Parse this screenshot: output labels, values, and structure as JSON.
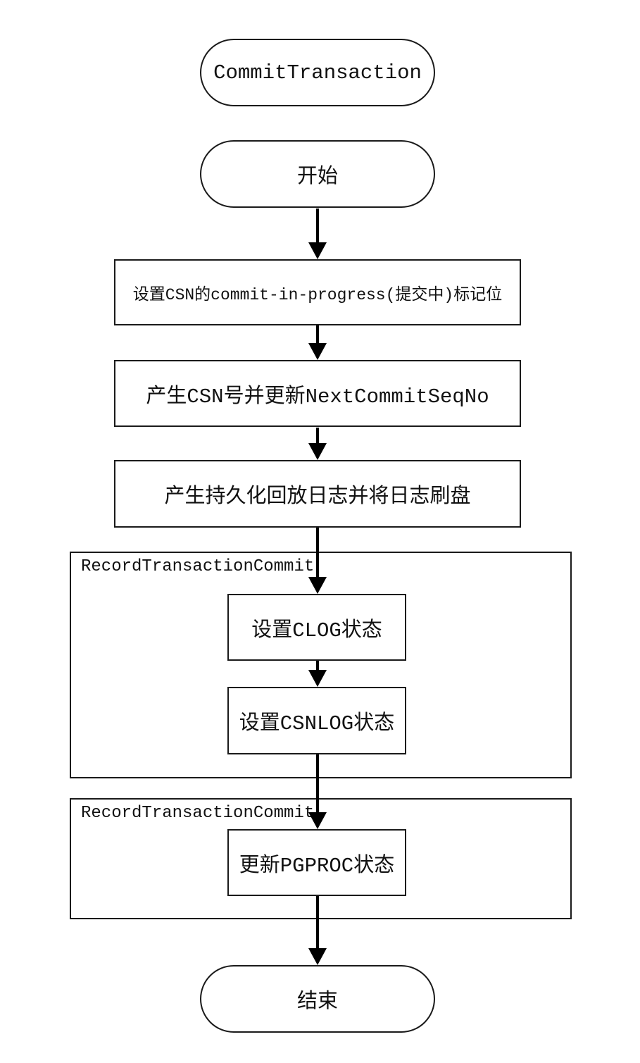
{
  "diagram": {
    "function_label": "CommitTransaction",
    "start_label": "开始",
    "end_label": "结束",
    "steps": {
      "set_commit_in_progress": "设置CSN的commit-in-progress(提交中)标记位",
      "generate_csn": "产生CSN号并更新NextCommitSeqNo",
      "flush_log": "产生持久化回放日志并将日志刷盘",
      "set_clog": "设置CLOG状态",
      "set_csnlog": "设置CSNLOG状态",
      "update_pgproc": "更新PGPROC状态"
    },
    "groups": {
      "group1_label": "RecordTransactionCommit",
      "group2_label": "RecordTransactionCommit"
    },
    "colors": {
      "background": "#ffffff",
      "line": "#000000",
      "border": "#1a1a1a",
      "text": "#111111"
    }
  }
}
